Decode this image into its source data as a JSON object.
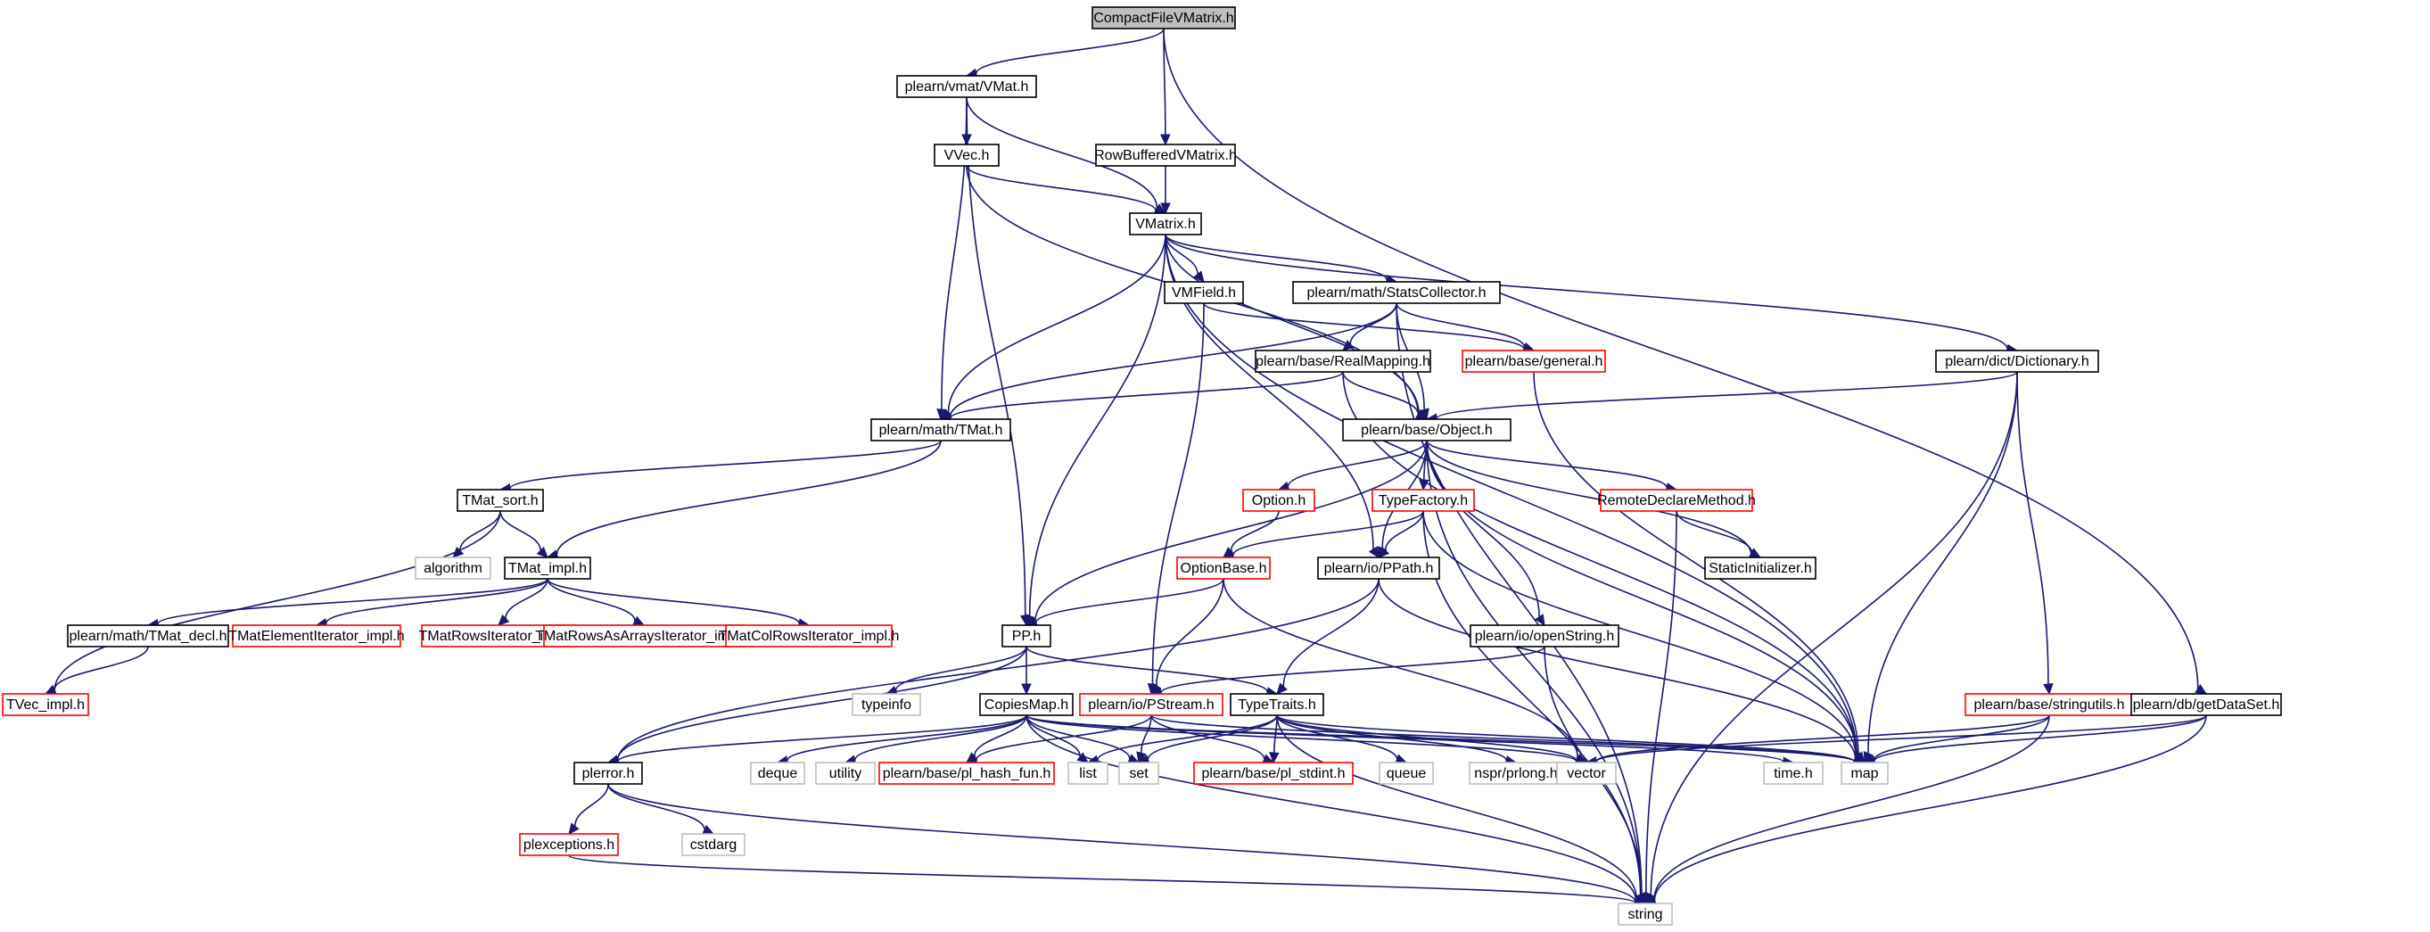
{
  "colors": {
    "edge": "#191970",
    "root_fill": "#bfbfbf",
    "normal_border": "#000000",
    "truncated_border": "#ff0000",
    "system_border": "#bfbfbf"
  },
  "nodes": {
    "CompactFileVMatrix_h": {
      "label": "CompactFileVMatrix.h",
      "kind": "root"
    },
    "VMat_h": {
      "label": "plearn/vmat/VMat.h",
      "kind": "normal"
    },
    "RowBufferedVMatrix_h": {
      "label": "RowBufferedVMatrix.h",
      "kind": "normal"
    },
    "VVec_h": {
      "label": "VVec.h",
      "kind": "normal"
    },
    "VMatrix_h": {
      "label": "VMatrix.h",
      "kind": "normal"
    },
    "VMField_h": {
      "label": "VMField.h",
      "kind": "normal"
    },
    "StatsCollector_h": {
      "label": "plearn/math/StatsCollector.h",
      "kind": "normal"
    },
    "general_h": {
      "label": "plearn/base/general.h",
      "kind": "truncated"
    },
    "RealMapping_h": {
      "label": "plearn/base/RealMapping.h",
      "kind": "normal"
    },
    "Dictionary_h": {
      "label": "plearn/dict/Dictionary.h",
      "kind": "normal"
    },
    "TMat_h": {
      "label": "plearn/math/TMat.h",
      "kind": "normal"
    },
    "Object_h": {
      "label": "plearn/base/Object.h",
      "kind": "normal"
    },
    "TMat_sort_h": {
      "label": "TMat_sort.h",
      "kind": "normal"
    },
    "Option_h": {
      "label": "Option.h",
      "kind": "truncated"
    },
    "TypeFactory_h": {
      "label": "TypeFactory.h",
      "kind": "truncated"
    },
    "RemoteDeclareMethod_h": {
      "label": "RemoteDeclareMethod.h",
      "kind": "truncated"
    },
    "algorithm": {
      "label": "algorithm",
      "kind": "system"
    },
    "TMat_impl_h": {
      "label": "TMat_impl.h",
      "kind": "normal"
    },
    "OptionBase_h": {
      "label": "OptionBase.h",
      "kind": "truncated"
    },
    "PPath_h": {
      "label": "plearn/io/PPath.h",
      "kind": "normal"
    },
    "StaticInitializer_h": {
      "label": "StaticInitializer.h",
      "kind": "normal"
    },
    "TMat_decl_h": {
      "label": "plearn/math/TMat_decl.h",
      "kind": "normal"
    },
    "TMatElementIterator_impl_h": {
      "label": "TMatElementIterator_impl.h",
      "kind": "truncated"
    },
    "TMatRowsIterator_impl_h": {
      "label": "TMatRowsIterator_impl.h",
      "kind": "truncated"
    },
    "TMatRowsAsArraysIterator_impl_h": {
      "label": "TMatRowsAsArraysIterator_impl.h",
      "kind": "truncated"
    },
    "TMatColRowsIterator_impl_h": {
      "label": "TMatColRowsIterator_impl.h",
      "kind": "truncated"
    },
    "PP_h": {
      "label": "PP.h",
      "kind": "normal"
    },
    "openString_h": {
      "label": "plearn/io/openString.h",
      "kind": "normal"
    },
    "TVec_impl_h": {
      "label": "TVec_impl.h",
      "kind": "truncated"
    },
    "typeinfo": {
      "label": "typeinfo",
      "kind": "system"
    },
    "CopiesMap_h": {
      "label": "CopiesMap.h",
      "kind": "normal"
    },
    "PStream_h": {
      "label": "plearn/io/PStream.h",
      "kind": "truncated"
    },
    "TypeTraits_h": {
      "label": "TypeTraits.h",
      "kind": "normal"
    },
    "stringutils_h": {
      "label": "plearn/base/stringutils.h",
      "kind": "truncated"
    },
    "getDataSet_h": {
      "label": "plearn/db/getDataSet.h",
      "kind": "normal"
    },
    "plerror_h": {
      "label": "plerror.h",
      "kind": "normal"
    },
    "deque": {
      "label": "deque",
      "kind": "system"
    },
    "utility": {
      "label": "utility",
      "kind": "system"
    },
    "pl_hash_fun_h": {
      "label": "plearn/base/pl_hash_fun.h",
      "kind": "truncated"
    },
    "list": {
      "label": "list",
      "kind": "system"
    },
    "set": {
      "label": "set",
      "kind": "system"
    },
    "pl_stdint_h": {
      "label": "plearn/base/pl_stdint.h",
      "kind": "truncated"
    },
    "queue": {
      "label": "queue",
      "kind": "system"
    },
    "prlong_h": {
      "label": "nspr/prlong.h",
      "kind": "system"
    },
    "vector": {
      "label": "vector",
      "kind": "system"
    },
    "time_h": {
      "label": "time.h",
      "kind": "system"
    },
    "map": {
      "label": "map",
      "kind": "system"
    },
    "plexceptions_h": {
      "label": "plexceptions.h",
      "kind": "truncated"
    },
    "cstdarg": {
      "label": "cstdarg",
      "kind": "system"
    },
    "string": {
      "label": "string",
      "kind": "system"
    }
  },
  "edges": [
    [
      "CompactFileVMatrix_h",
      "VMat_h"
    ],
    [
      "CompactFileVMatrix_h",
      "RowBufferedVMatrix_h"
    ],
    [
      "CompactFileVMatrix_h",
      "getDataSet_h"
    ],
    [
      "VMat_h",
      "VVec_h"
    ],
    [
      "VMat_h",
      "VMatrix_h"
    ],
    [
      "VMat_h",
      "TMat_h"
    ],
    [
      "VMat_h",
      "PP_h"
    ],
    [
      "RowBufferedVMatrix_h",
      "VMatrix_h"
    ],
    [
      "VVec_h",
      "VMatrix_h"
    ],
    [
      "VVec_h",
      "Object_h"
    ],
    [
      "VMatrix_h",
      "VMField_h"
    ],
    [
      "VMatrix_h",
      "StatsCollector_h"
    ],
    [
      "VMatrix_h",
      "Dictionary_h"
    ],
    [
      "VMatrix_h",
      "Object_h"
    ],
    [
      "VMatrix_h",
      "TMat_h"
    ],
    [
      "VMatrix_h",
      "PP_h"
    ],
    [
      "VMatrix_h",
      "PPath_h"
    ],
    [
      "VMatrix_h",
      "map"
    ],
    [
      "VMField_h",
      "general_h"
    ],
    [
      "VMField_h",
      "PStream_h"
    ],
    [
      "StatsCollector_h",
      "general_h"
    ],
    [
      "StatsCollector_h",
      "RealMapping_h"
    ],
    [
      "StatsCollector_h",
      "Object_h"
    ],
    [
      "StatsCollector_h",
      "TMat_h"
    ],
    [
      "StatsCollector_h",
      "string"
    ],
    [
      "general_h",
      "map"
    ],
    [
      "RealMapping_h",
      "Object_h"
    ],
    [
      "RealMapping_h",
      "TMat_h"
    ],
    [
      "RealMapping_h",
      "map"
    ],
    [
      "Dictionary_h",
      "Object_h"
    ],
    [
      "Dictionary_h",
      "stringutils_h"
    ],
    [
      "Dictionary_h",
      "map"
    ],
    [
      "Dictionary_h",
      "string"
    ],
    [
      "TMat_h",
      "TMat_sort_h"
    ],
    [
      "TMat_h",
      "TMat_impl_h"
    ],
    [
      "Object_h",
      "Option_h"
    ],
    [
      "Object_h",
      "TypeFactory_h"
    ],
    [
      "Object_h",
      "RemoteDeclareMethod_h"
    ],
    [
      "Object_h",
      "StaticInitializer_h"
    ],
    [
      "Object_h",
      "PPath_h"
    ],
    [
      "Object_h",
      "openString_h"
    ],
    [
      "Object_h",
      "PP_h"
    ],
    [
      "Object_h",
      "map"
    ],
    [
      "Object_h",
      "string"
    ],
    [
      "TMat_sort_h",
      "algorithm"
    ],
    [
      "TMat_sort_h",
      "TMat_impl_h"
    ],
    [
      "TMat_sort_h",
      "TVec_impl_h"
    ],
    [
      "Option_h",
      "OptionBase_h"
    ],
    [
      "TypeFactory_h",
      "OptionBase_h"
    ],
    [
      "TypeFactory_h",
      "PPath_h"
    ],
    [
      "TypeFactory_h",
      "map"
    ],
    [
      "TypeFactory_h",
      "string"
    ],
    [
      "RemoteDeclareMethod_h",
      "StaticInitializer_h"
    ],
    [
      "RemoteDeclareMethod_h",
      "string"
    ],
    [
      "TMat_impl_h",
      "TMat_decl_h"
    ],
    [
      "TMat_impl_h",
      "TMatElementIterator_impl_h"
    ],
    [
      "TMat_impl_h",
      "TMatRowsIterator_impl_h"
    ],
    [
      "TMat_impl_h",
      "TMatRowsAsArraysIterator_impl_h"
    ],
    [
      "TMat_impl_h",
      "TMatColRowsIterator_impl_h"
    ],
    [
      "OptionBase_h",
      "PP_h"
    ],
    [
      "OptionBase_h",
      "PStream_h"
    ],
    [
      "OptionBase_h",
      "vector"
    ],
    [
      "PPath_h",
      "TypeTraits_h"
    ],
    [
      "PPath_h",
      "plerror_h"
    ],
    [
      "PPath_h",
      "map"
    ],
    [
      "TMat_decl_h",
      "TVec_impl_h"
    ],
    [
      "PP_h",
      "typeinfo"
    ],
    [
      "PP_h",
      "CopiesMap_h"
    ],
    [
      "PP_h",
      "TypeTraits_h"
    ],
    [
      "PP_h",
      "plerror_h"
    ],
    [
      "openString_h",
      "PStream_h"
    ],
    [
      "openString_h",
      "string"
    ],
    [
      "CopiesMap_h",
      "plerror_h"
    ],
    [
      "CopiesMap_h",
      "deque"
    ],
    [
      "CopiesMap_h",
      "utility"
    ],
    [
      "CopiesMap_h",
      "pl_hash_fun_h"
    ],
    [
      "CopiesMap_h",
      "list"
    ],
    [
      "CopiesMap_h",
      "set"
    ],
    [
      "CopiesMap_h",
      "vector"
    ],
    [
      "CopiesMap_h",
      "time_h"
    ],
    [
      "CopiesMap_h",
      "map"
    ],
    [
      "CopiesMap_h",
      "string"
    ],
    [
      "PStream_h",
      "pl_hash_fun_h"
    ],
    [
      "PStream_h",
      "set"
    ],
    [
      "PStream_h",
      "pl_stdint_h"
    ],
    [
      "PStream_h",
      "map"
    ],
    [
      "TypeTraits_h",
      "list"
    ],
    [
      "TypeTraits_h",
      "set"
    ],
    [
      "TypeTraits_h",
      "pl_stdint_h"
    ],
    [
      "TypeTraits_h",
      "queue"
    ],
    [
      "TypeTraits_h",
      "prlong_h"
    ],
    [
      "TypeTraits_h",
      "vector"
    ],
    [
      "TypeTraits_h",
      "map"
    ],
    [
      "TypeTraits_h",
      "string"
    ],
    [
      "stringutils_h",
      "vector"
    ],
    [
      "stringutils_h",
      "map"
    ],
    [
      "stringutils_h",
      "string"
    ],
    [
      "getDataSet_h",
      "vector"
    ],
    [
      "getDataSet_h",
      "map"
    ],
    [
      "getDataSet_h",
      "string"
    ],
    [
      "plerror_h",
      "plexceptions_h"
    ],
    [
      "plerror_h",
      "cstdarg"
    ],
    [
      "plerror_h",
      "string"
    ],
    [
      "plexceptions_h",
      "string"
    ]
  ]
}
